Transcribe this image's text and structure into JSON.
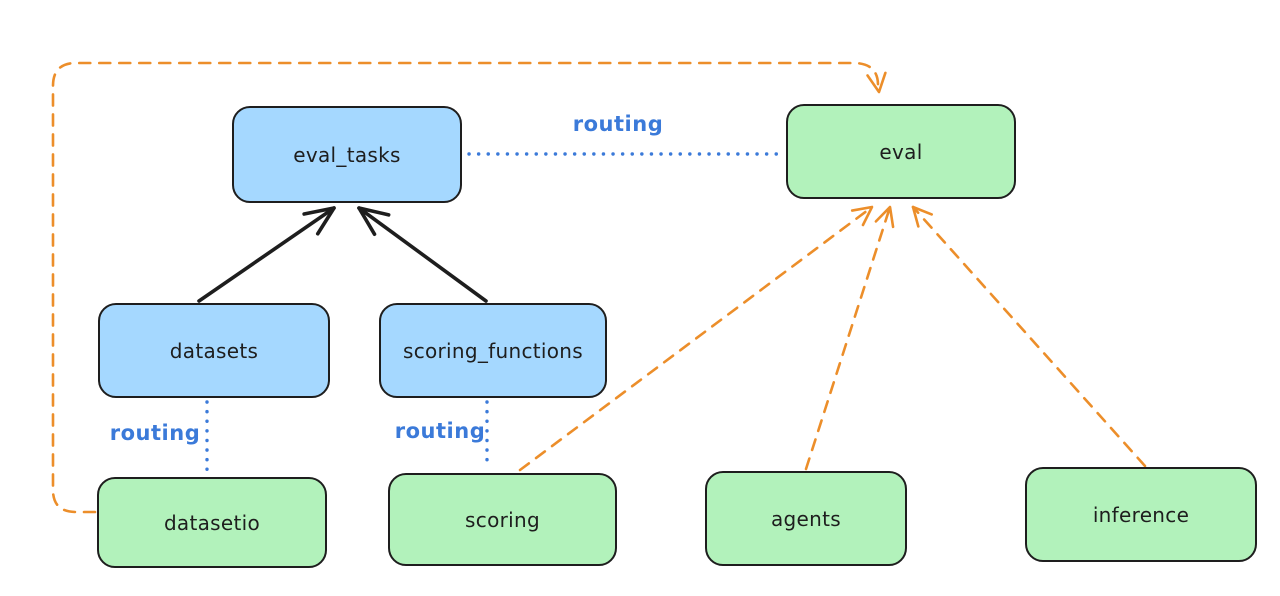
{
  "colors": {
    "background": "#ffffff",
    "blue_fill": "#a5d8ff",
    "green_fill": "#b2f2bb",
    "node_stroke": "#1e1e1e",
    "text": "#1e1e1e",
    "routing_blue": "#3b7ad9",
    "orange": "#ec8e2a"
  },
  "nodes": {
    "eval_tasks": {
      "label": "eval_tasks",
      "color": "blue"
    },
    "eval": {
      "label": "eval",
      "color": "green"
    },
    "datasets": {
      "label": "datasets",
      "color": "blue"
    },
    "scoring_functions": {
      "label": "scoring_functions",
      "color": "blue"
    },
    "datasetio": {
      "label": "datasetio",
      "color": "green"
    },
    "scoring": {
      "label": "scoring",
      "color": "green"
    },
    "agents": {
      "label": "agents",
      "color": "green"
    },
    "inference": {
      "label": "inference",
      "color": "green"
    }
  },
  "edge_labels": {
    "routing_top": "routing",
    "routing_left": "routing",
    "routing_mid": "routing"
  },
  "edges": [
    {
      "from": "datasets",
      "to": "eval_tasks",
      "style": "solid",
      "color": "#1e1e1e",
      "arrow": true
    },
    {
      "from": "scoring_functions",
      "to": "eval_tasks",
      "style": "solid",
      "color": "#1e1e1e",
      "arrow": true
    },
    {
      "from": "eval_tasks",
      "to": "eval",
      "style": "dotted",
      "color": "#3b7ad9",
      "label": "routing",
      "arrow": false
    },
    {
      "from": "datasets",
      "to": "datasetio",
      "style": "dotted",
      "color": "#3b7ad9",
      "label": "routing",
      "arrow": false
    },
    {
      "from": "scoring_functions",
      "to": "scoring",
      "style": "dotted",
      "color": "#3b7ad9",
      "label": "routing",
      "arrow": false
    },
    {
      "from": "datasetio",
      "to": "eval",
      "style": "dashed",
      "color": "#ec8e2a",
      "arrow": true,
      "route": "around-left-and-top"
    },
    {
      "from": "scoring",
      "to": "eval",
      "style": "dashed",
      "color": "#ec8e2a",
      "arrow": true
    },
    {
      "from": "agents",
      "to": "eval",
      "style": "dashed",
      "color": "#ec8e2a",
      "arrow": true
    },
    {
      "from": "inference",
      "to": "eval",
      "style": "dashed",
      "color": "#ec8e2a",
      "arrow": true
    }
  ]
}
